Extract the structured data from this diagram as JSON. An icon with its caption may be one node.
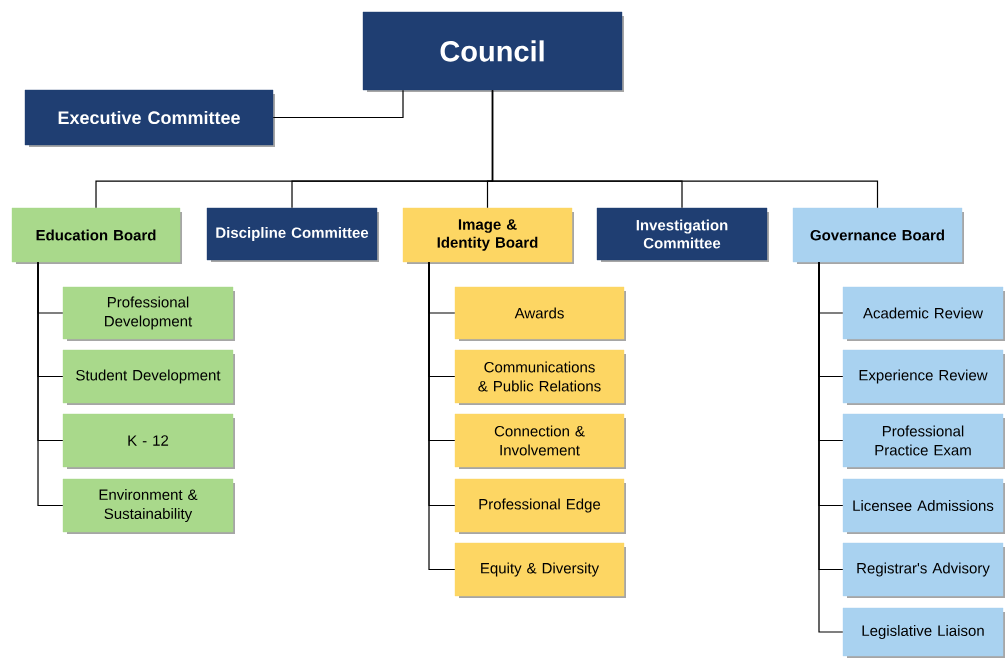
{
  "diagram": {
    "nodes": [
      {
        "text": [
          "Council"
        ]
      },
      {
        "text": [
          "Executive Committee"
        ]
      },
      {
        "text": [
          "Education Board"
        ]
      },
      {
        "text": [
          "Discipline Committee"
        ]
      },
      {
        "text": [
          "Image & Identity Board"
        ]
      },
      {
        "text": [
          "Investigation Committee"
        ]
      },
      {
        "text": [
          "Governance Board"
        ]
      },
      {
        "text": [
          "Professional Development"
        ]
      },
      {
        "text": [
          "Student Development"
        ]
      },
      {
        "text": [
          "K - 12"
        ]
      },
      {
        "text": [
          "Environment & Sustainability"
        ]
      },
      {
        "text": [
          "Awards"
        ]
      },
      {
        "text": [
          "Communications & Public Relations"
        ]
      },
      {
        "text": [
          "Connection & Involvement"
        ]
      },
      {
        "text": [
          "Professional Edge"
        ]
      },
      {
        "text": [
          "Equity & Diversity"
        ]
      },
      {
        "text": [
          "Academic Review"
        ]
      },
      {
        "text": [
          "Experience Review"
        ]
      },
      {
        "text": [
          "Professional Practice Exam"
        ]
      },
      {
        "text": [
          "Licensee Admissions"
        ]
      },
      {
        "text": [
          "Registrar's Advisory"
        ]
      },
      {
        "text": [
          "Legislative Liaison"
        ]
      }
    ],
    "edges": [
      {
        "from": 0,
        "to": 1,
        "arrow": "none"
      },
      {
        "from": 0,
        "to": 2,
        "arrow": "none"
      },
      {
        "from": 0,
        "to": 3,
        "arrow": "none"
      },
      {
        "from": 0,
        "to": 4,
        "arrow": "none"
      },
      {
        "from": 0,
        "to": 5,
        "arrow": "none"
      },
      {
        "from": 0,
        "to": 6,
        "arrow": "none"
      },
      {
        "from": 2,
        "to": 7,
        "arrow": "none"
      },
      {
        "from": 2,
        "to": 8,
        "arrow": "none"
      },
      {
        "from": 2,
        "to": 9,
        "arrow": "none"
      },
      {
        "from": 2,
        "to": 10,
        "arrow": "none"
      },
      {
        "from": 4,
        "to": 11,
        "arrow": "none"
      },
      {
        "from": 4,
        "to": 12,
        "arrow": "none"
      },
      {
        "from": 4,
        "to": 13,
        "arrow": "none"
      },
      {
        "from": 4,
        "to": 14,
        "arrow": "none"
      },
      {
        "from": 4,
        "to": 15,
        "arrow": "none"
      },
      {
        "from": 6,
        "to": 16,
        "arrow": "none"
      },
      {
        "from": 6,
        "to": 17,
        "arrow": "none"
      },
      {
        "from": 6,
        "to": 18,
        "arrow": "none"
      },
      {
        "from": 6,
        "to": 19,
        "arrow": "none"
      },
      {
        "from": 6,
        "to": 20,
        "arrow": "none"
      },
      {
        "from": 6,
        "to": 21,
        "arrow": "none"
      }
    ]
  }
}
